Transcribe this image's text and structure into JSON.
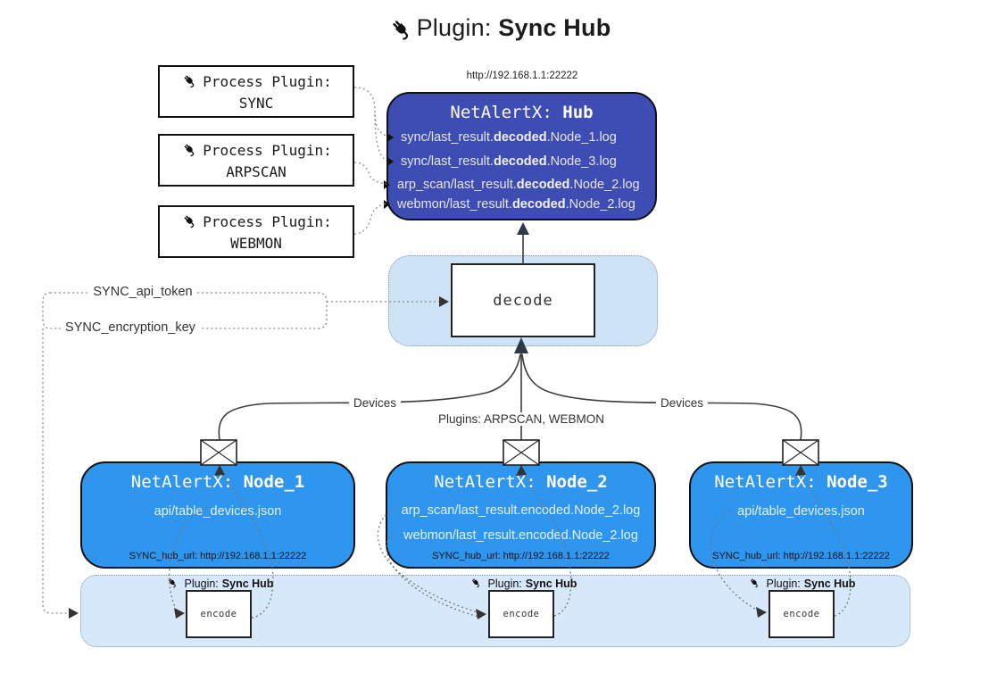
{
  "title": {
    "prefix": "Plugin:",
    "name": "Sync Hub"
  },
  "colors": {
    "hub_fill": "#3E4DB4",
    "node_fill": "#2E96EE",
    "panel_fill": "#D6E8F9",
    "decode_panel_fill": "#CFE3F7",
    "line": "#3C3C3C",
    "dotted_line": "#8A8A8A"
  },
  "process_plugins": [
    {
      "label": "Process Plugin:",
      "name": "SYNC"
    },
    {
      "label": "Process Plugin:",
      "name": "ARPSCAN"
    },
    {
      "label": "Process Plugin:",
      "name": "WEBMON"
    }
  ],
  "hub": {
    "url": "http://192.168.1.1:22222",
    "title_prefix": "NetAlertX:",
    "title_name": "Hub",
    "logs": [
      {
        "pre": "sync/last_result.",
        "bold": "decoded",
        "post": ".Node_1.log"
      },
      {
        "pre": "sync/last_result.",
        "bold": "decoded",
        "post": ".Node_3.log"
      },
      {
        "pre": "arp_scan/last_result.",
        "bold": "decoded",
        "post": ".Node_2.log"
      },
      {
        "pre": "webmon/last_result.",
        "bold": "decoded",
        "post": ".Node_2.log"
      }
    ]
  },
  "decode": {
    "label": "decode"
  },
  "settings": {
    "api_token": "SYNC_api_token",
    "encryption_key": "SYNC_encryption_key"
  },
  "edge_labels": {
    "devices_left": "Devices",
    "devices_right": "Devices",
    "plugins_mid": "Plugins: ARPSCAN, WEBMON"
  },
  "nodes": [
    {
      "title_prefix": "NetAlertX:",
      "title_name": "Node_1",
      "files": [
        "api/table_devices.json"
      ],
      "hub_url": "SYNC_hub_url: http://192.168.1.1:22222"
    },
    {
      "title_prefix": "NetAlertX:",
      "title_name": "Node_2",
      "files": [
        "arp_scan/last_result.encoded.Node_2.log",
        "webmon/last_result.encoded.Node_2.log"
      ],
      "hub_url": "SYNC_hub_url: http://192.168.1.1:22222"
    },
    {
      "title_prefix": "NetAlertX:",
      "title_name": "Node_3",
      "files": [
        "api/table_devices.json"
      ],
      "hub_url": "SYNC_hub_url: http://192.168.1.1:22222"
    }
  ],
  "encoders": [
    {
      "plugin_prefix": "Plugin:",
      "plugin_name": "Sync Hub",
      "label": "encode"
    },
    {
      "plugin_prefix": "Plugin:",
      "plugin_name": "Sync Hub",
      "label": "encode"
    },
    {
      "plugin_prefix": "Plugin:",
      "plugin_name": "Sync Hub",
      "label": "encode"
    }
  ]
}
